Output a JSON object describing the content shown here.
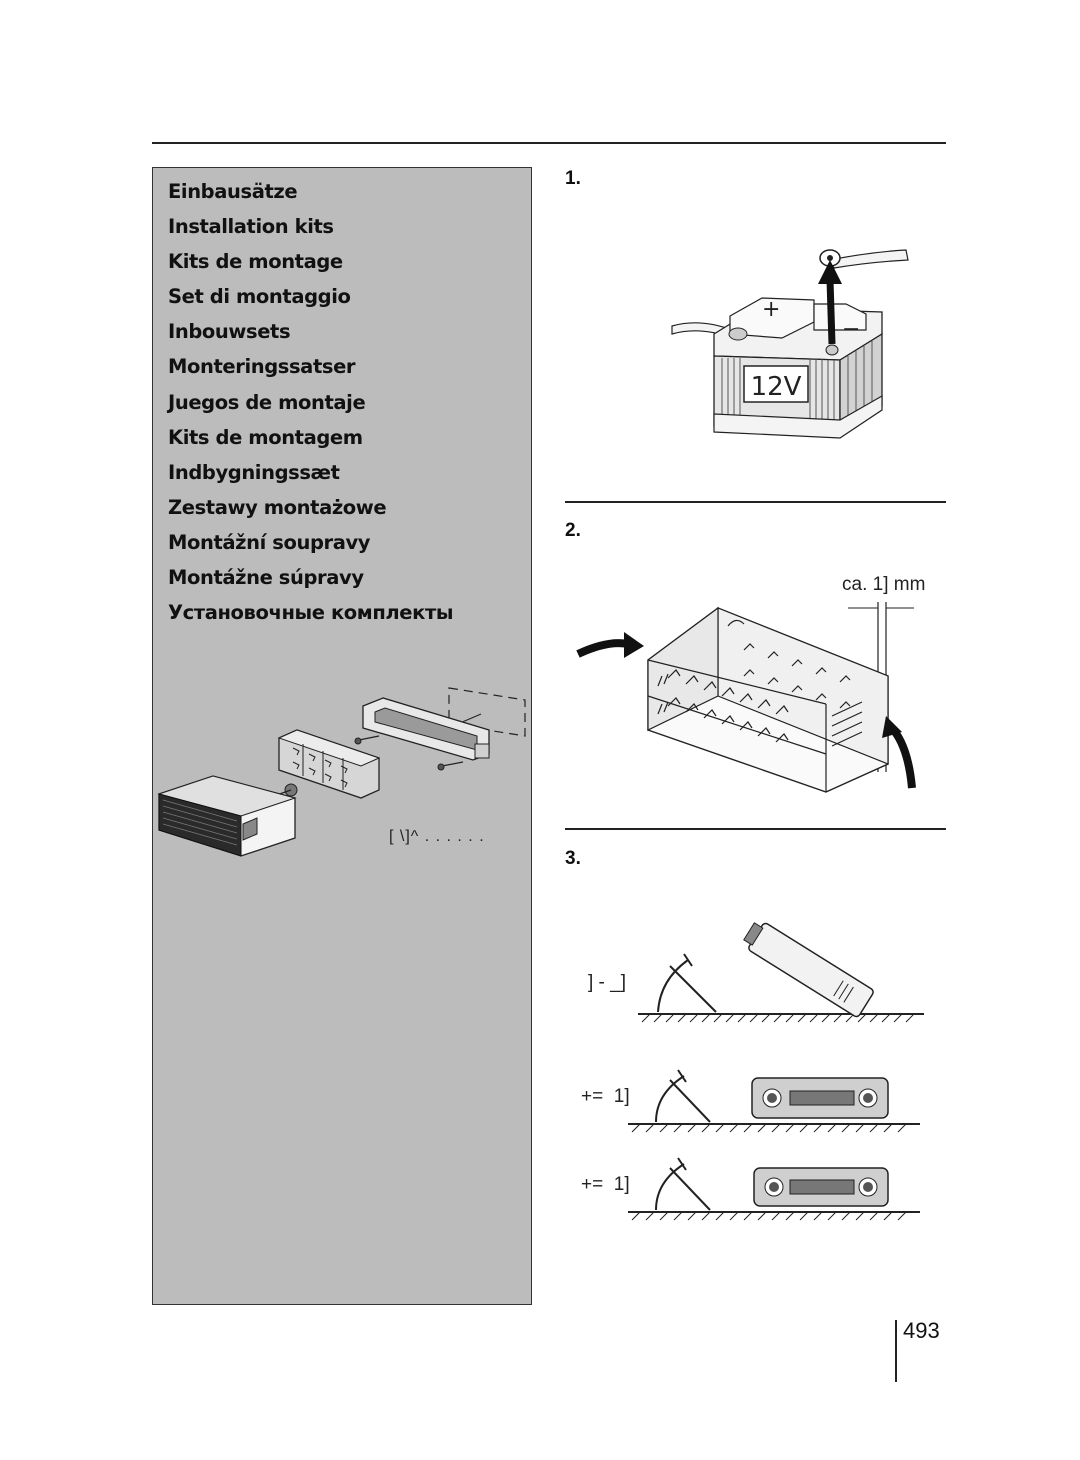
{
  "headings": [
    "Einbausätze",
    "Installation kits",
    "Kits de montage",
    "Set di montaggio",
    "Inbouwsets",
    "Monteringssatser",
    "Juegos de montaje",
    "Kits de montagem",
    "Indbygningssæt",
    "Zestawy montażowe",
    "Montážní soupravy",
    "Montážne súpravy",
    "Установочные комплекты"
  ],
  "kit_caption": "[ \\]^  . . .   . . .",
  "steps": [
    {
      "number": "1.",
      "battery_label": "12V"
    },
    {
      "number": "2.",
      "gap_label": "ca. 1] mm"
    },
    {
      "number": "3.",
      "angle_labels": [
        "] - _]",
        "+=  1]",
        "+=  1]"
      ]
    }
  ],
  "page_number": "493",
  "icons": [
    "battery-icon",
    "mounting-frame-icon",
    "radio-unit-icon"
  ]
}
